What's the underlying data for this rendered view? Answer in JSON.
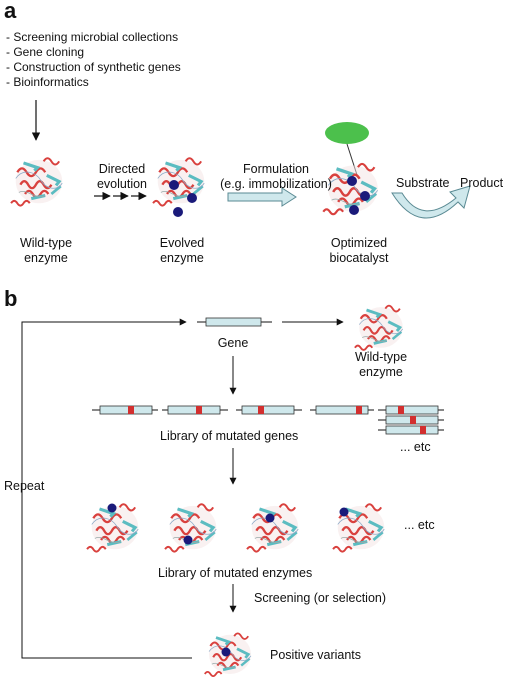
{
  "panel_a": {
    "letter": "a",
    "sources": [
      "- Screening microbial collections",
      "- Gene cloning",
      "- Construction of synthetic genes",
      "- Bioinformatics"
    ],
    "step1_label": [
      "Directed",
      "evolution"
    ],
    "step2_label": [
      "Formulation",
      "(e.g. immobilization)"
    ],
    "wild_type_label": [
      "Wild-type",
      "enzyme"
    ],
    "evolved_label": [
      "Evolved",
      "enzyme"
    ],
    "optimized_label": [
      "Optimized",
      "biocatalyst"
    ],
    "substrate": "Substrate",
    "product": "Product"
  },
  "panel_b": {
    "letter": "b",
    "gene_label": "Gene",
    "wild_type_label": [
      "Wild-type",
      "enzyme"
    ],
    "library_genes_label": "Library of mutated genes",
    "etc1": "... etc",
    "repeat_label": "Repeat",
    "etc2": "... etc",
    "library_enzymes_label": "Library of mutated enzymes",
    "screening_label": "Screening (or selection)",
    "positive_label": "Positive variants"
  },
  "colors": {
    "helix": "#d9413e",
    "sheet": "#5bbcc1",
    "gene_fill": "#cfe8ec",
    "mutation": "#d22f2f",
    "support": "#4cc04c",
    "ligand": "#1a1a7a"
  }
}
